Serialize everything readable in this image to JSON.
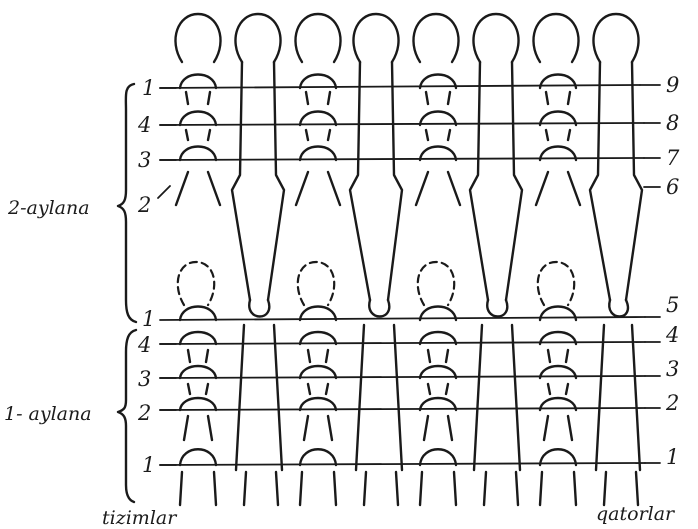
{
  "left_labels": {
    "cycle2": [
      "1",
      "4",
      "3",
      "2"
    ],
    "cycle1": [
      "1",
      "4",
      "3",
      "2",
      "1"
    ]
  },
  "right_labels": [
    "9",
    "8",
    "7",
    "6",
    "5",
    "4",
    "3",
    "2",
    "1"
  ],
  "groups": {
    "cycle2_name": "2-aylana",
    "cycle1_name": "1- aylana"
  },
  "captions": {
    "wales": "tizimlar",
    "courses": "qatorlar"
  }
}
